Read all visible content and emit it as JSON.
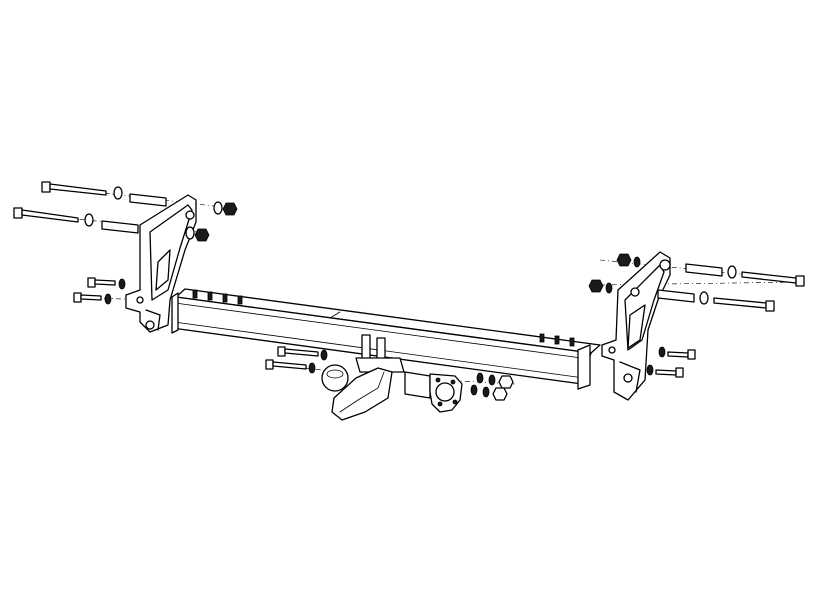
{
  "colors": {
    "background": "#ffffff",
    "line": "#000000",
    "dark_fill": "#1a1a1a"
  },
  "diagram": {
    "parts": [
      "crossbar-tube",
      "left-side-bracket",
      "right-side-bracket",
      "tow-ball-neck",
      "socket-plate",
      "long-bolts",
      "spacer-sleeves",
      "short-bolts",
      "washers",
      "nuts"
    ]
  }
}
